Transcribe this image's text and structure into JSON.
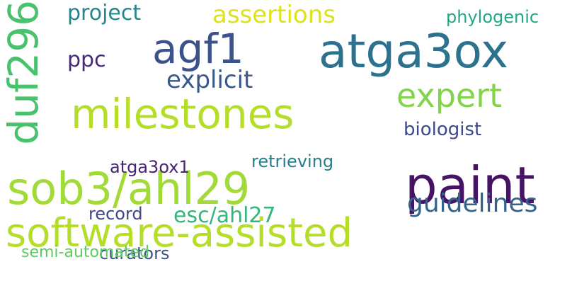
{
  "words": {
    "w01": "milestones",
    "w02": "sob3/ahl29",
    "w03": "software-assisted",
    "w04": "atga3ox",
    "w05": "paint",
    "w06": "agf1",
    "w07": "expert",
    "w08": "duf296",
    "w09": "assertions",
    "w10": "project",
    "w11": "explicit",
    "w12": "guidelines",
    "w13": "esc/ahl27",
    "w14": "ppc",
    "w15": "phylogenic",
    "w16": "biologist",
    "w17": "retrieving",
    "w18": "record",
    "w19": "atga3ox1",
    "w20": "curators",
    "w21": "semi-automated"
  }
}
